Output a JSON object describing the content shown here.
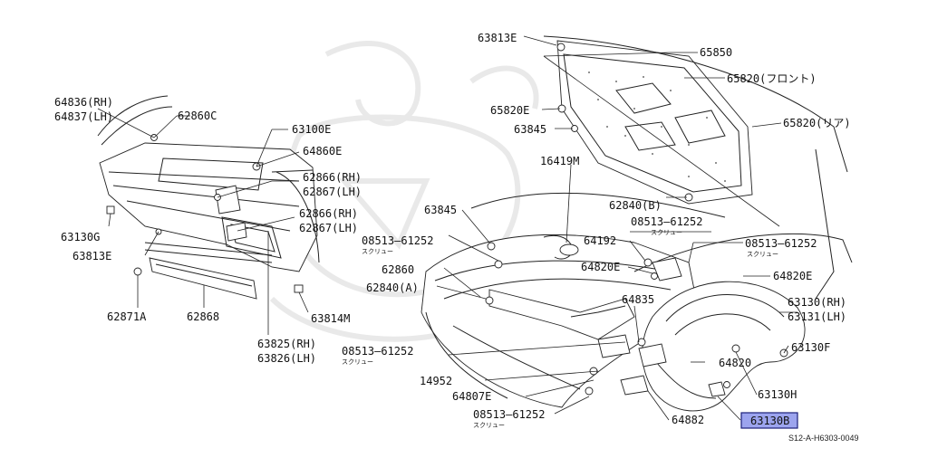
{
  "diagram": {
    "code": "S12-A-H6303-0049",
    "selected_part": "63130B",
    "labels": {
      "p64836": "64836(RH)",
      "p64837": "64837(LH)",
      "p62860C": "62860C",
      "p63100E": "63100E",
      "p64860E": "64860E",
      "p62866a": "62866(RH)",
      "p62867a": "62867(LH)",
      "p62866b": "62866(RH)",
      "p62867b": "62867(LH)",
      "p63130G": "63130G",
      "p63813E_l": "63813E",
      "p62871A": "62871A",
      "p62868": "62868",
      "p63814M": "63814M",
      "p63825": "63825(RH)",
      "p63826": "63826(LH)",
      "p63813E_t": "63813E",
      "p65850": "65850",
      "p65820f": "65820(フロント)",
      "p65820E": "65820E",
      "p65820r": "65820(リア)",
      "p63845a": "63845",
      "p16419M": "16419M",
      "p62840B": "62840(B)",
      "p63845b": "63845",
      "p08513a": "08513–61252",
      "p08513a_s": "スクリュー",
      "p08513b": "08513–61252",
      "p08513b_s": "スクリュー",
      "p08513c": "08513–61252",
      "p08513c_s": "スクリュー",
      "p08513d": "08513–61252",
      "p08513d_s": "スクリュー",
      "p08513e": "08513–61252",
      "p08513e_s": "スクリュー",
      "p64192": "64192",
      "p64820E_a": "64820E",
      "p64820E_b": "64820E",
      "p62860": "62860",
      "p62840A": "62840(A)",
      "p64835": "64835",
      "p63130": "63130(RH)",
      "p63131": "63131(LH)",
      "p63130F": "63130F",
      "p64820": "64820",
      "p14952": "14952",
      "p64807E": "64807E",
      "p63130H": "63130H",
      "p64882": "64882",
      "p63130B": "63130B"
    }
  }
}
